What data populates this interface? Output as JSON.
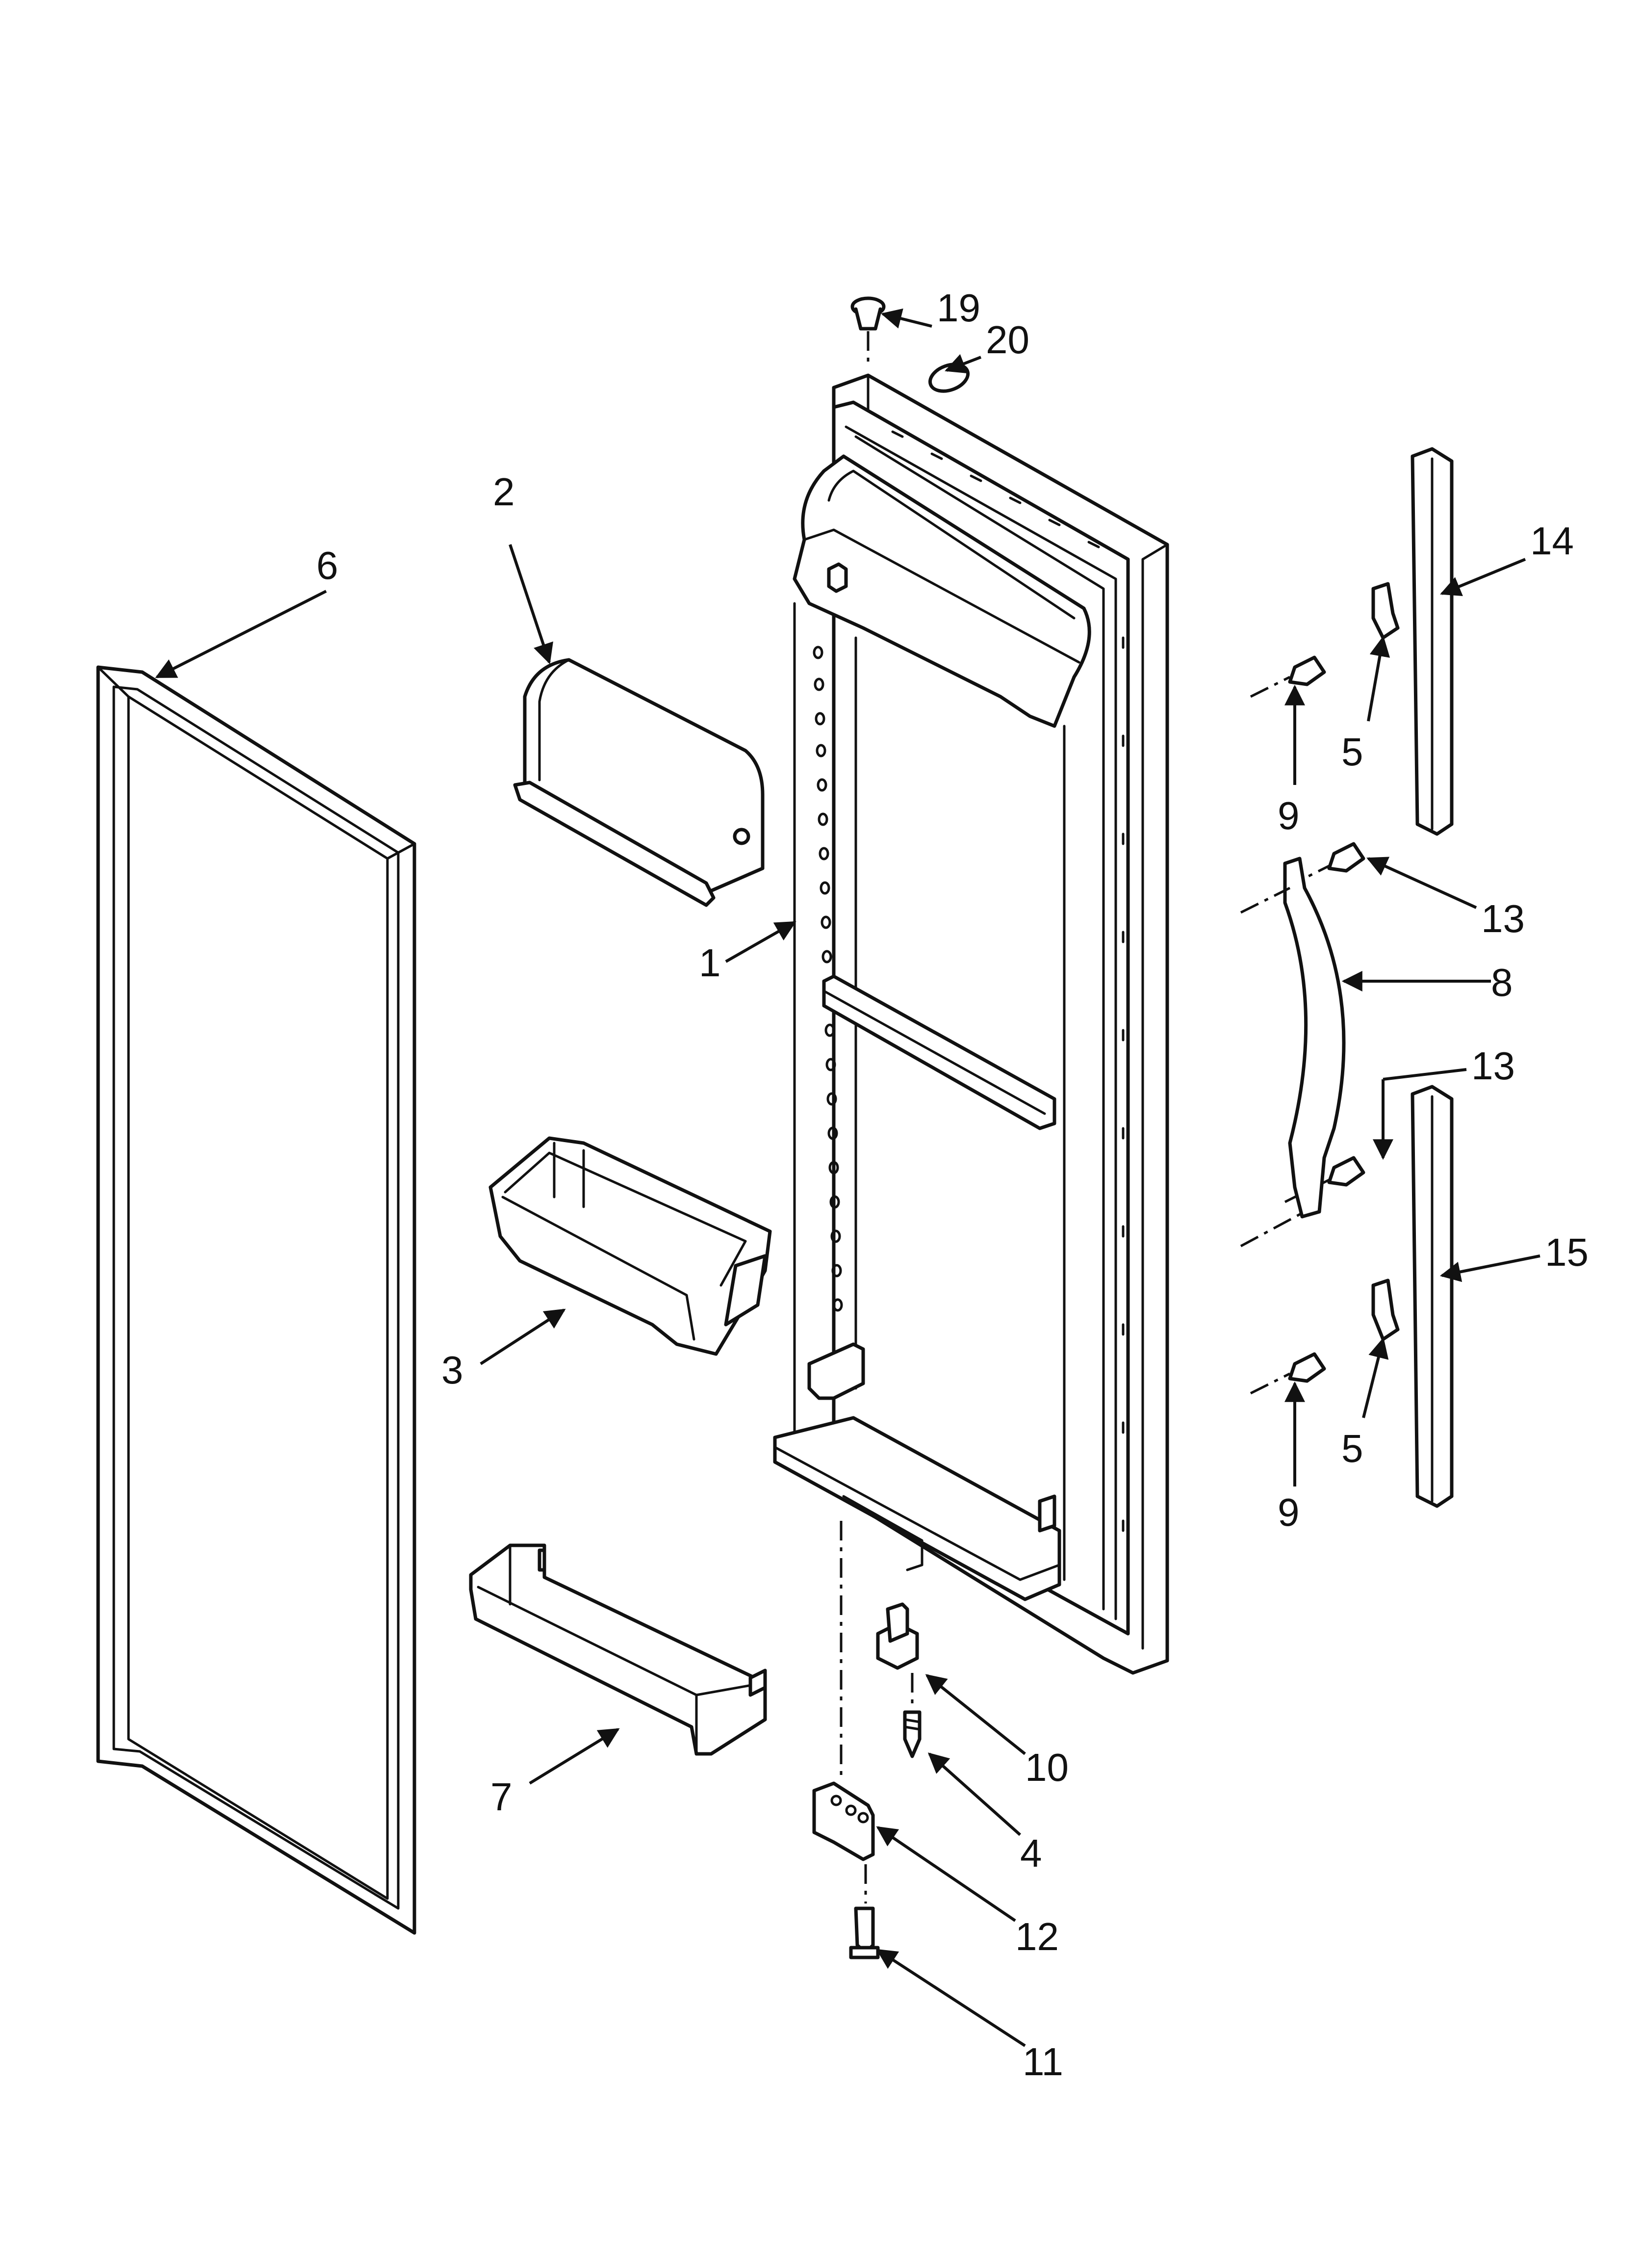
{
  "callouts": {
    "c1": "1",
    "c2": "2",
    "c3": "3",
    "c4": "4",
    "c5a": "5",
    "c5b": "5",
    "c6": "6",
    "c7": "7",
    "c8": "8",
    "c9a": "9",
    "c9b": "9",
    "c10": "10",
    "c11": "11",
    "c12": "12",
    "c13a": "13",
    "c13b": "13",
    "c14": "14",
    "c15": "15",
    "c19": "19",
    "c20": "20"
  }
}
